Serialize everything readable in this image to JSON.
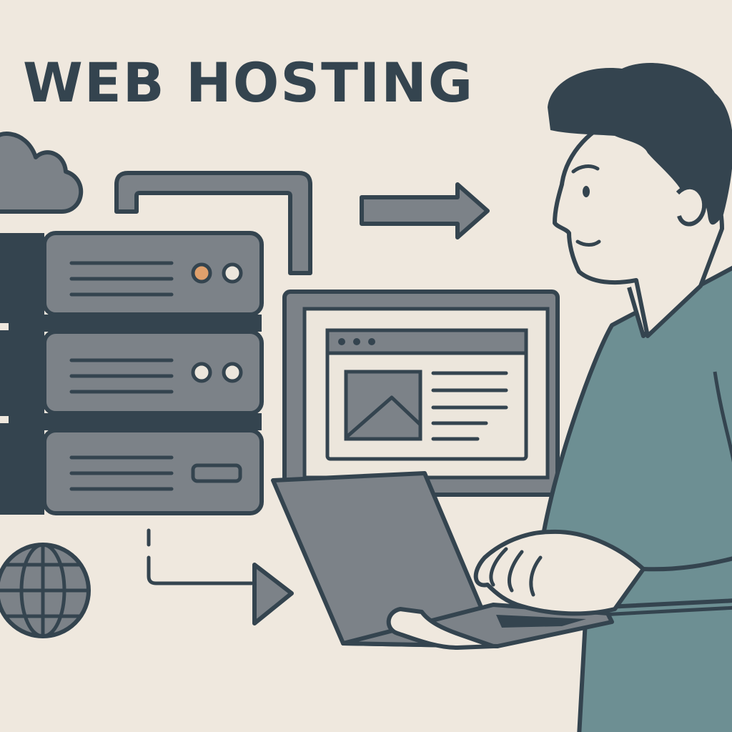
{
  "heading": {
    "text": "WEB HOSTING"
  },
  "illustration": {
    "elements": [
      "cloud-icon",
      "server-rack",
      "desktop-monitor",
      "laptop",
      "globe-icon",
      "arrow-icon",
      "person"
    ],
    "colors": {
      "background": "#efe8de",
      "ink": "#34444f",
      "server_gray": "#7c8288",
      "teal_shirt": "#6d8f93",
      "status_orange": "#e0a06c",
      "screen_light": "#ece6dc"
    }
  }
}
